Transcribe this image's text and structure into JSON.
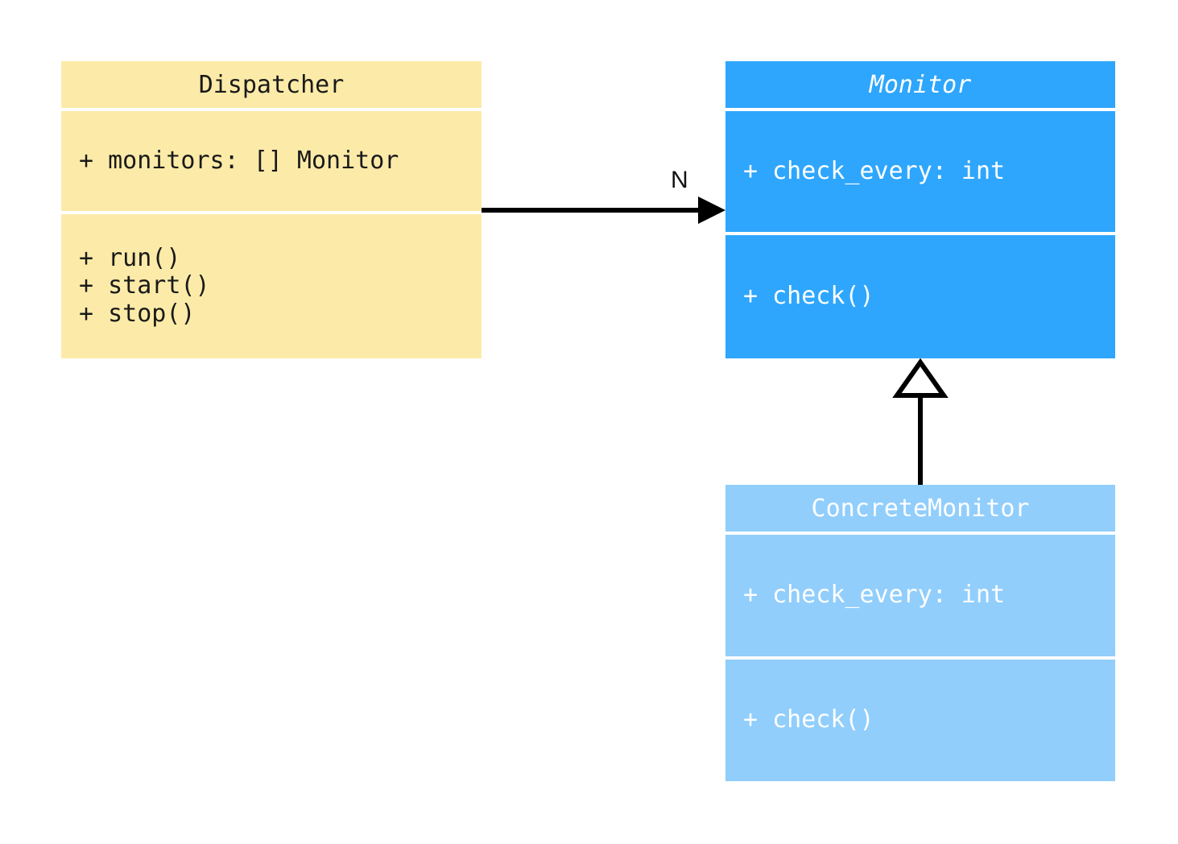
{
  "diagram": {
    "type": "uml-class-diagram",
    "background": "#ffffff",
    "classes": [
      {
        "id": "dispatcher",
        "name": "Dispatcher",
        "abstract": false,
        "fill": "#fceba8",
        "text_color": "#1a1a1a",
        "attributes": [
          "+ monitors: [] Monitor"
        ],
        "operations": [
          "+ run()",
          "+ start()",
          "+ stop()"
        ]
      },
      {
        "id": "monitor",
        "name": "Monitor",
        "abstract": true,
        "fill": "#2ea6fd",
        "text_color": "#ffffff",
        "attributes": [
          "+ check_every: int"
        ],
        "operations": [
          "+ check()"
        ]
      },
      {
        "id": "concrete_monitor",
        "name": "ConcreteMonitor",
        "abstract": false,
        "fill": "#91cefc",
        "text_color": "#ffffff",
        "attributes": [
          "+ check_every: int"
        ],
        "operations": [
          "+ check()"
        ]
      }
    ],
    "relationships": [
      {
        "id": "dispatcher-to-monitor",
        "kind": "association",
        "from": "Dispatcher",
        "to": "Monitor",
        "arrowhead": "filled-triangle",
        "line": "solid",
        "multiplicity_label": "N"
      },
      {
        "id": "concrete-to-monitor",
        "kind": "generalization",
        "from": "ConcreteMonitor",
        "to": "Monitor",
        "arrowhead": "hollow-triangle",
        "line": "solid",
        "multiplicity_label": ""
      }
    ]
  }
}
